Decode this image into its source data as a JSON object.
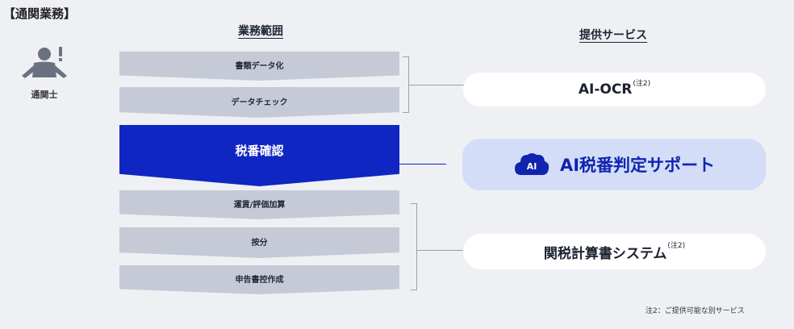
{
  "title": "【通関業務】",
  "person": {
    "label": "通関士",
    "icon": "customs-broker-person-icon"
  },
  "headings": {
    "scope": "業務範囲",
    "services": "提供サービス"
  },
  "steps": [
    {
      "label": "書類データ化"
    },
    {
      "label": "データチェック"
    },
    {
      "label": "税番確認"
    },
    {
      "label": "運賃/評価加算"
    },
    {
      "label": "按分"
    },
    {
      "label": "申告書控作成"
    }
  ],
  "services": {
    "ocr": {
      "label": "AI-OCR",
      "note": "(注2)"
    },
    "ai": {
      "label": "AI税番判定サポート",
      "icon": "ai-cloud-icon",
      "icon_text": "AI"
    },
    "calc": {
      "label": "関税計算書システム",
      "note": "(注2)"
    }
  },
  "footnote": "注2：ご提供可能な別サービス",
  "colors": {
    "background": "#eef0f4",
    "step": "#c6cad7",
    "highlight": "#0f26c2",
    "ai_pill": "#d3ddf8",
    "ai_text": "#1024b0",
    "connector": "#9aa0ae",
    "person_icon": "#6b7180"
  }
}
